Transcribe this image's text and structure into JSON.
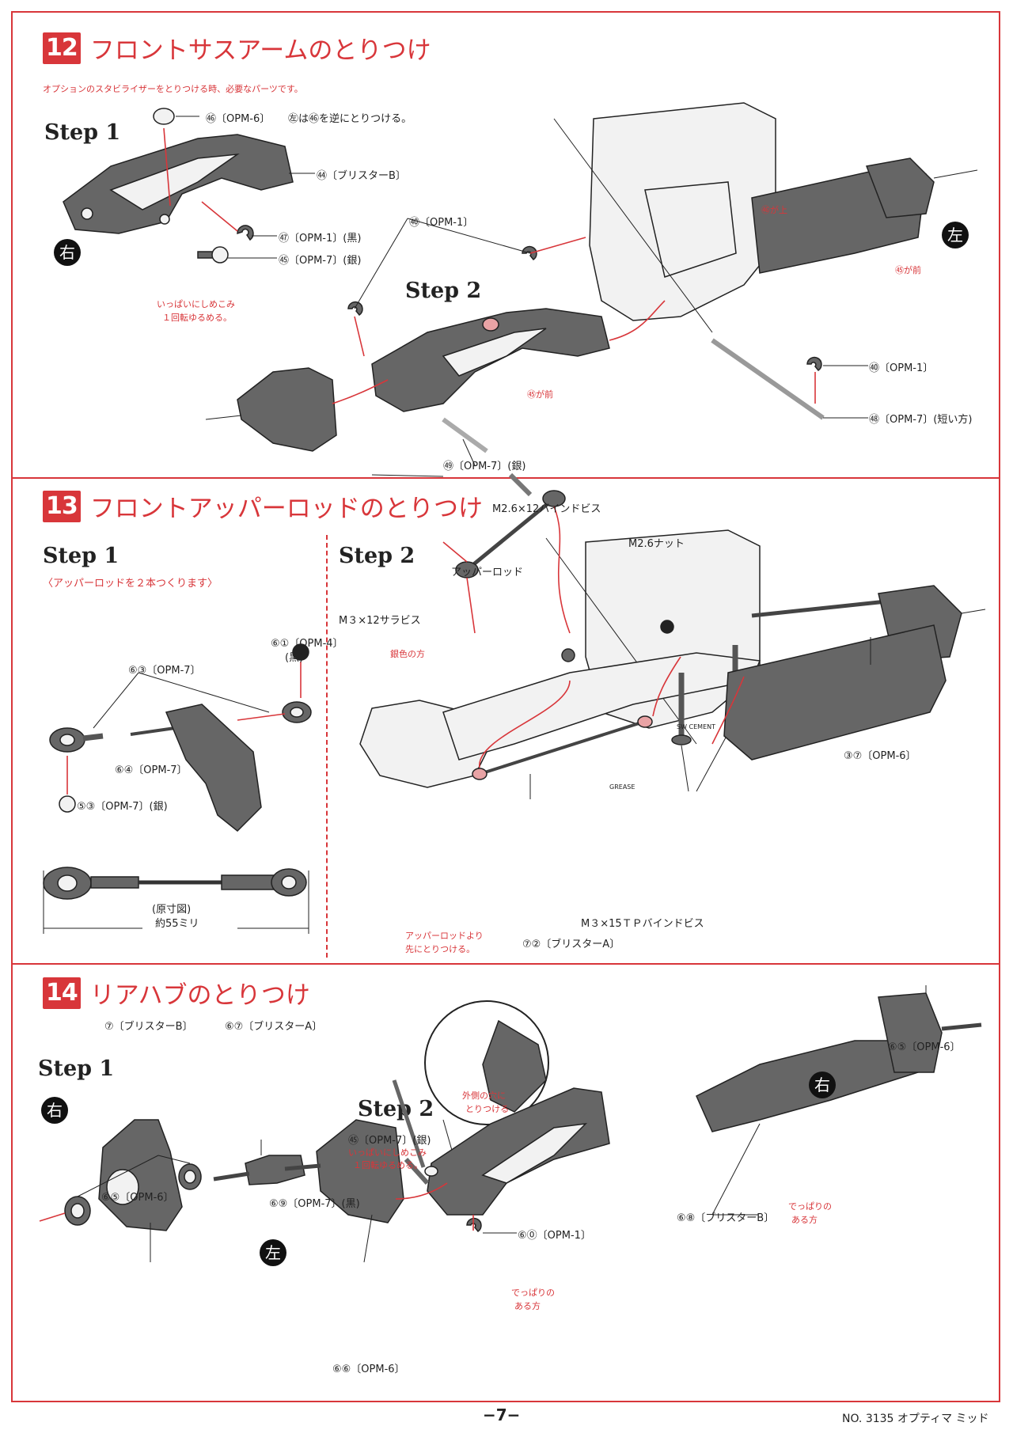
{
  "sections": {
    "s12": {
      "number": "12",
      "title": "フロントサスアームのとりつけ",
      "option_note": "オプションのスタビライザーをとりつける時、必要なパーツです。",
      "step1": "Step 1",
      "step2": "Step 2",
      "labels": {
        "p56": "㊻〔OPM-6〕",
        "p56_note": "㊧は㊻を逆にとりつける。",
        "p54": "㊹〔ブリスターB〕",
        "p57": "㊼〔OPM-1〕(黒)",
        "p55": "㊺〔OPM-7〕(銀)",
        "tighten": "いっぱいにしめこみ",
        "loosen": "１回転ゆるめる。",
        "p60a": "㊵〔OPM-1〕",
        "p56_up": "㊻が上",
        "p55_front_r": "㊺が前",
        "p55_front": "㊺が前",
        "p60b": "㊵〔OPM-1〕",
        "p58": "㊽〔OPM-7〕(短い方)",
        "p59": "㊾〔OPM-7〕(銀)",
        "right": "右",
        "left": "左"
      }
    },
    "s13": {
      "number": "13",
      "title": "フロントアッパーロッドのとりつけ",
      "step1": "Step 1",
      "step2": "Step 2",
      "sub1": "〈アッパーロッドを２本つくります〉",
      "labels": {
        "p61": "⑥①〔OPM-4〕",
        "p61_color": "(黒)",
        "p63": "⑥③〔OPM-7〕",
        "p64": "⑥④〔OPM-7〕",
        "p53": "⑤③〔OPM-7〕(銀)",
        "actual_size": "(原寸図)",
        "length": "約55ミリ",
        "bind_screw": "M2.6×12バインドビス",
        "nut": "M2.6ナット",
        "upper_rod": "アッパーロッド",
        "sara_screw": "M３×12サラビス",
        "silver_front": "銀色の方",
        "p37": "③⑦〔OPM-6〕",
        "tp_screw": "M３×15ＴＰバインドビス",
        "p72": "⑦②〔ブリスターA〕",
        "rod_first_1": "アッパーロッドより",
        "rod_first_2": "先にとりつける。",
        "cement": "SW CEMENT",
        "grease": "GREASE"
      }
    },
    "s14": {
      "number": "14",
      "title": "リアハブのとりつけ",
      "step1": "Step 1",
      "step2": "Step 2",
      "labels": {
        "p7": "⑦〔ブリスターB〕",
        "p67": "⑥⑦〔ブリスターA〕",
        "p65a": "⑥⑤〔OPM-6〕",
        "right": "右",
        "outer_hole_1": "外側の穴に",
        "outer_hole_2": "とりつける",
        "p55": "㊺〔OPM-7〕(銀)",
        "tighten": "いっぱいにしめこみ",
        "loosen": "１回転ゆるめる。",
        "p69": "⑥⑨〔OPM-7〕(黒)",
        "left": "左",
        "protrude_l_1": "でっぱりの",
        "protrude_l_2": "ある方",
        "p60": "⑥⓪〔OPM-1〕",
        "p66": "⑥⑥〔OPM-6〕",
        "p68": "⑥⑧〔ブリスターB〕",
        "p65b": "⑥⑤〔OPM-6〕",
        "right2": "右",
        "protrude_r_1": "でっぱりの",
        "protrude_r_2": "ある方"
      }
    }
  },
  "footer": {
    "page": "−7−",
    "product": "NO. 3135  オプティマ ミッド"
  },
  "colors": {
    "accent": "#d8363a",
    "part": "#666666"
  }
}
